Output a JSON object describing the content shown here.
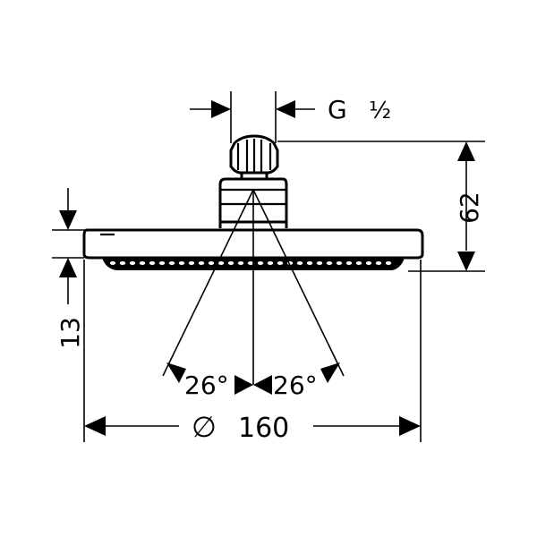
{
  "drawing": {
    "thread_label": "G",
    "thread_size": "½",
    "height_label": "62",
    "thickness_label": "13",
    "angle_left": "26°",
    "angle_right": "26°",
    "diameter_symbol": "∅",
    "diameter_value": "160",
    "line_color": "#000000",
    "background_color": "#ffffff"
  }
}
